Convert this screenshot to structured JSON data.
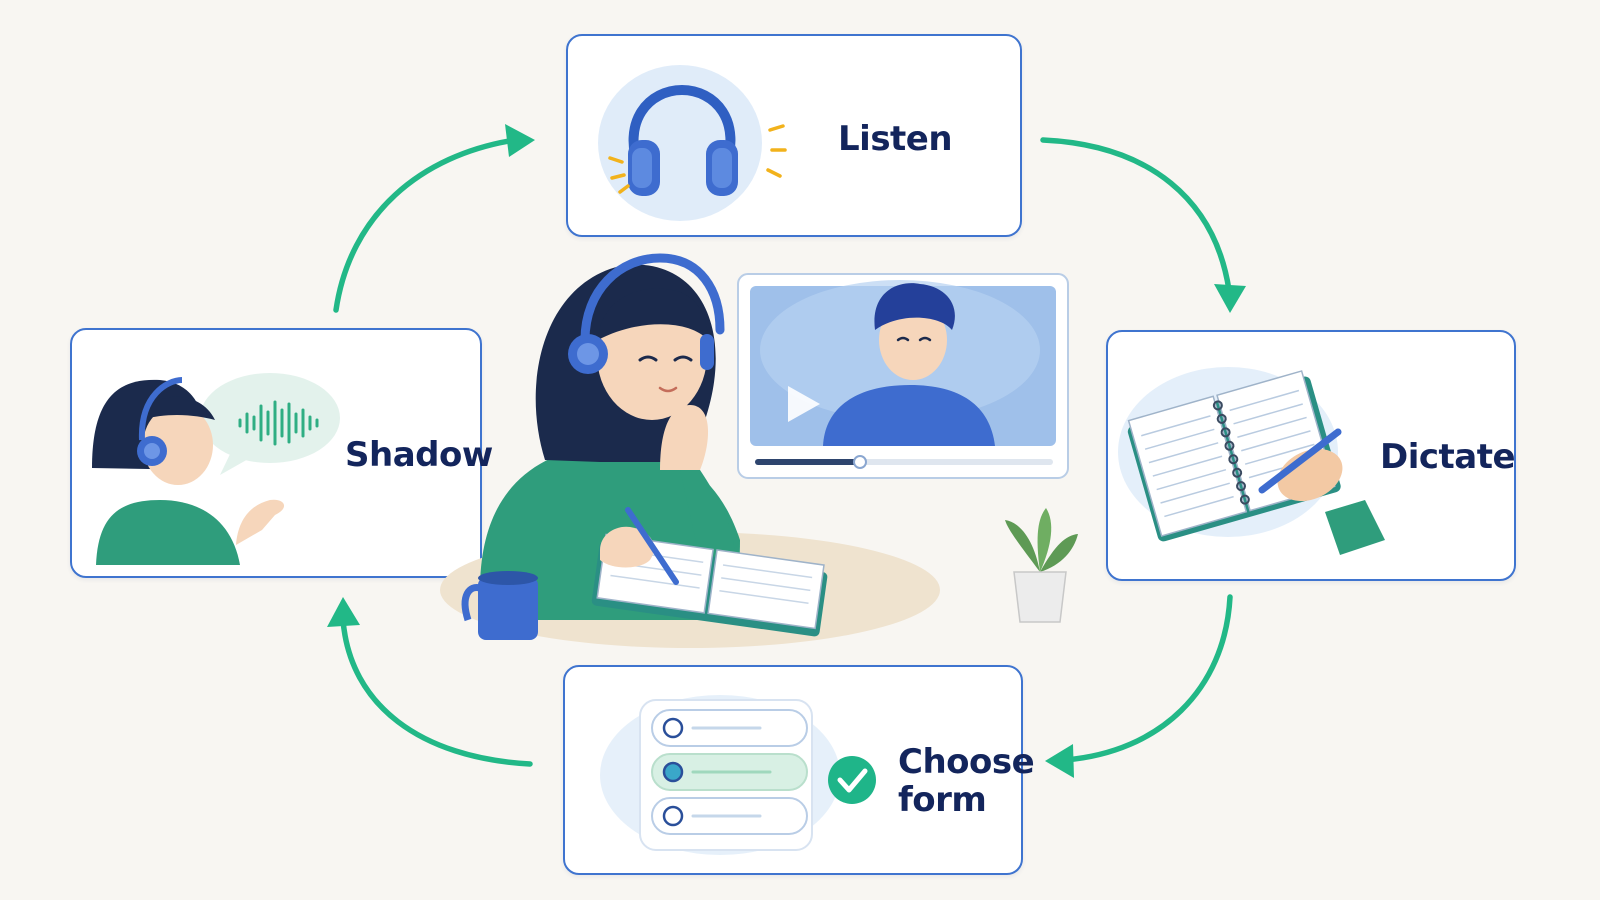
{
  "steps": {
    "listen": "Listen",
    "dictate": "Dictate",
    "choose": [
      "Choose",
      "form"
    ],
    "shadow": "Shadow"
  },
  "colors": {
    "card_border": "#3f74cf",
    "arrow": "#22b887",
    "label_text": "#13255c",
    "background": "#f8f6f2",
    "shirt": "#2f9d7c",
    "icon_blue": "#3e6ccf"
  }
}
